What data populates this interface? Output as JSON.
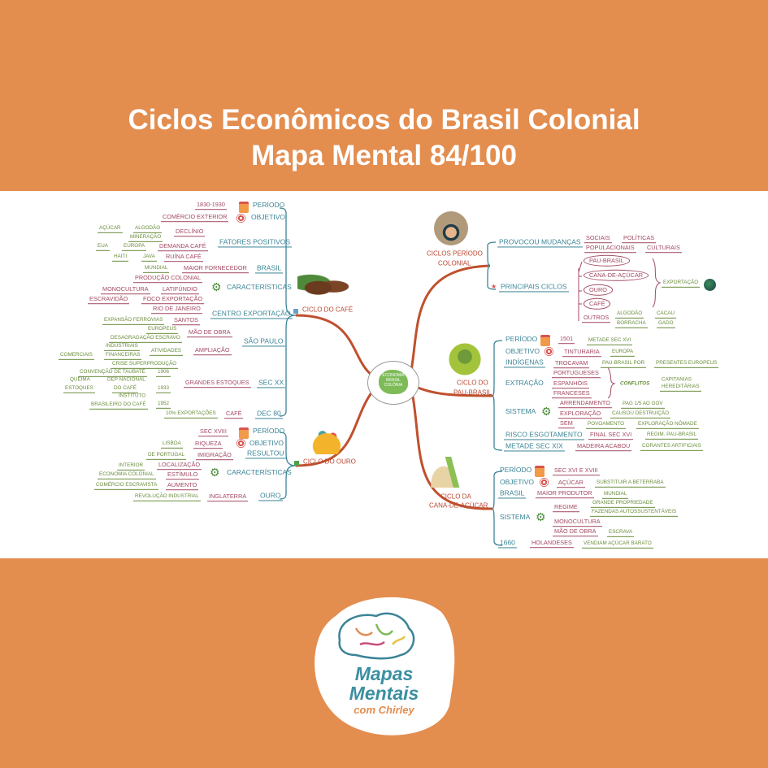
{
  "header": {
    "title_line1": "Ciclos Econômicos do Brasil Colonial",
    "title_line2": "Mapa Mental 84/100"
  },
  "center": {
    "label_1": "ECONOMIA",
    "label_2": "BRASIL",
    "label_3": "COLÔNIA"
  },
  "cafe": {
    "title": "CICLO DO CAFÉ",
    "periodo": [
      "PERÍODO",
      "1830-1930"
    ],
    "objetivo": [
      "OBJETIVO",
      "COMÉRCIO EXTERIOR"
    ],
    "fatores": [
      "FATORES POSITIVOS",
      "DECLÍNIO",
      "ALGODÃO",
      "AÇÚCAR",
      "MINERAÇÃO",
      "DEMANDA CAFÉ",
      "EUROPA",
      "EUA",
      "RUÍNA CAFÉ",
      "JAVA",
      "HAITI"
    ],
    "brasil": [
      "BRASIL",
      "MAIOR FORNECEDOR",
      "MUNDIAL"
    ],
    "caracteristicas": [
      "CARACTERÍSTICAS",
      "PRODUÇÃO COLONIAL",
      "LATIFÚNDIO",
      "MONOCULTURA",
      "FOCO EXPORTAÇÃO",
      "ESCRAVIDÃO"
    ],
    "centro": [
      "CENTRO EXPORTAÇÃO",
      "RIO DE JANEIRO",
      "SANTOS",
      "EXPANSÃO FERROVIAS"
    ],
    "sao_paulo": [
      "SÃO PAULO",
      "MÃO DE OBRA",
      "EUROPEUS",
      "DESAGRAGAÇÃO ESCRAVO",
      "AMPLIAÇÃO",
      "ATIVIDADES",
      "INDUSTRIAIS",
      "FINANCEIRAS",
      "COMERCIAIS"
    ],
    "sec_xx": [
      "SEC XX",
      "GRANDES ESTOQUES",
      "CRISE SUPERPRODUÇÃO",
      "1906",
      "CONVENÇÃO DE TAUBATÉ",
      "1933",
      "DEP NACIONAL",
      "DO CAFÉ",
      "QUEIMA",
      "ESTOQUES",
      "1952",
      "INSTITUTO",
      "BRASILEIRO DO CAFÉ"
    ],
    "dec80": [
      "DEC 80",
      "CAFÉ",
      "10% EXPORTAÇÕES"
    ]
  },
  "ouro": {
    "title": "CICLO DO OURO",
    "periodo": [
      "PERÍODO",
      "SEC XVIII"
    ],
    "objetivo": [
      "OBJETIVO",
      "RIQUEZA",
      "LISBOA"
    ],
    "resultou": [
      "RESULTOU",
      "IMIGRAÇÃO",
      "DE PORTUGAL"
    ],
    "caracteristicas": [
      "CARACTERÍSTICAS",
      "LOCALIZAÇÃO",
      "INTERIOR",
      "ESTÍMULO",
      "ECONOMIA COLONIAL",
      "AUMENTO",
      "COMÉRCIO ESCRAVISTA"
    ],
    "ouro": [
      "OURO",
      "INGLATERRA",
      "REVOLUÇÃO INDUSTRIAL"
    ]
  },
  "ciclos": {
    "title_1": "CICLOS PERÍODO",
    "title_2": "COLONIAL",
    "mudancas": [
      "PROVOCOU MUDANÇAS",
      "SOCIAIS",
      "POLÍTICAS",
      "POPULACIONAIS",
      "CULTURAIS"
    ],
    "principais": [
      "PRINCIPAIS CICLOS",
      "PAU-BRASIL",
      "CANA-DE-AÇÚCAR",
      "OURO",
      "CAFÉ",
      "EXPORTAÇÃO"
    ],
    "outros": [
      "OUTROS",
      "ALGODÃO",
      "CACAU",
      "BORRACHA",
      "GADO"
    ]
  },
  "pau": {
    "title_1": "CICLO DO",
    "title_2": "PAU-BRASIL",
    "periodo": [
      "PERÍODO",
      "1501",
      "METADE SEC XVI"
    ],
    "objetivo": [
      "OBJETIVO",
      "TINTURARIA",
      "EUROPA"
    ],
    "indigenas": [
      "INDÍGENAS",
      "TROCAVAM",
      "PAU-BRASIL POR",
      "PRESENTES EUROPEUS"
    ],
    "extracao": [
      "EXTRAÇÃO",
      "PORTUGUESES",
      "ESPANHÓIS",
      "FRANCESES",
      "CONFLITOS",
      "CAPITANIAS",
      "HEREDITÁRIAS"
    ],
    "sistema": [
      "SISTEMA",
      "ARRENDAMENTO",
      "PAG 1/5 AO GOV",
      "EXPLORAÇÃO",
      "CAUSOU DESTRUIÇÃO",
      "SEM",
      "POVOAMENTO",
      "EXPLORAÇÃO NÔMADE"
    ],
    "risco": [
      "RISCO ESGOTAMENTO",
      "FINAL SEC XVI",
      "REGIM. PAU-BRASIL"
    ],
    "metade": [
      "METADE SEC XIX",
      "MADEIRA ACABOU",
      "CORANTES ARTIFICIAIS"
    ]
  },
  "cana": {
    "title_1": "CICLO DA",
    "title_2": "CANA-DE-AÇÚCAR",
    "periodo": [
      "PERÍODO",
      "SEC XVI E XVIII"
    ],
    "objetivo": [
      "OBJETIVO",
      "AÇÚCAR",
      "SUBSTITUIR A BETERRABA"
    ],
    "brasil": [
      "BRASIL",
      "MAIOR PRODUTOR",
      "MUNDIAL"
    ],
    "sistema": [
      "SISTEMA",
      "REGIME",
      "GRANDE PROPRIEDADE",
      "FAZENDAS AUTOSSUSTENTÁVEIS",
      "MONOCULTURA",
      "MÃO DE OBRA",
      "ESCRAVA"
    ],
    "holandeses": [
      "1660",
      "HOLANDESES",
      "VENDIAM AÇÚCAR BARATO"
    ]
  },
  "logo": {
    "line1": "Mapas",
    "line2": "Mentais",
    "line3": "com Chirley"
  },
  "colors": {
    "background": "#e38d4f",
    "teal": "#3b8496",
    "maroon": "#a34a63",
    "green": "#6a8c3c",
    "branch": "#c0502e"
  }
}
